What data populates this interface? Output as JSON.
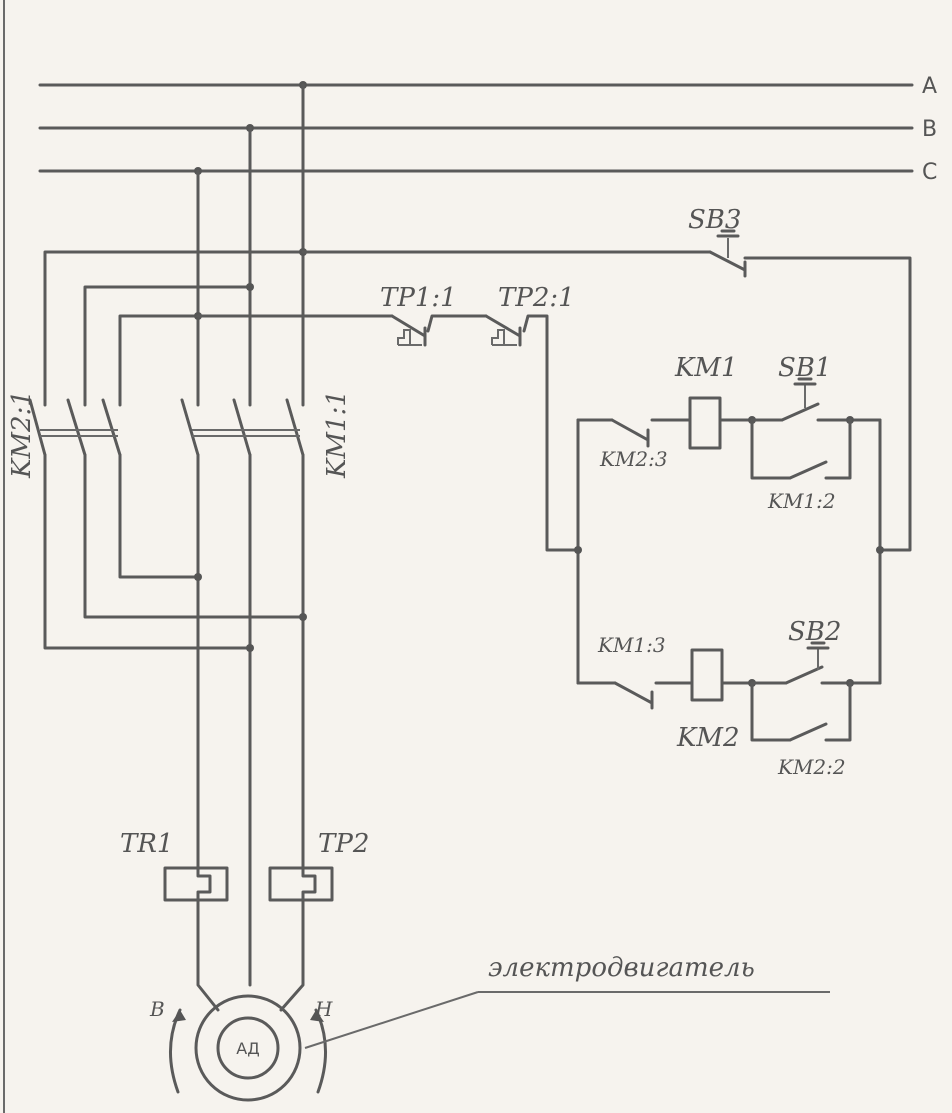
{
  "phases": [
    "A",
    "B",
    "C"
  ],
  "labels": {
    "sb3": "SB3",
    "tp1_1": "TP1:1",
    "tp2_1": "TP2:1",
    "km1": "KM1",
    "sb1": "SB1",
    "km2_3": "KM2:3",
    "km1_2": "KM1:2",
    "km1_3": "KM1:3",
    "sb2": "SB2",
    "km2": "KM2",
    "km2_2": "KM2:2",
    "km2_1": "KM2:1",
    "km1_1": "KM1:1",
    "tr1": "TR1",
    "tp2": "TP2",
    "motor_caption": "электродвигатель",
    "motor": "АД",
    "dir_b": "В",
    "dir_h": "Н"
  }
}
